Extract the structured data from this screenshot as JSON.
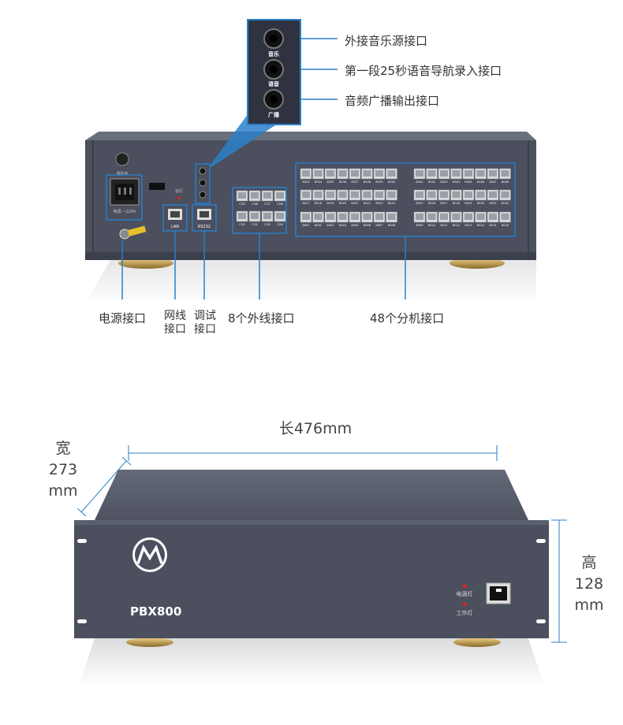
{
  "top": {
    "callouts": [
      "外接音乐源接口",
      "第一段25秒语音导航录入接口",
      "音频广播输出接口"
    ],
    "jack_labels": [
      "音乐",
      "语音",
      "广播"
    ],
    "panel": {
      "switch_label": "保险丝",
      "power_label": "电源 ~220V",
      "led_label": "运行",
      "lan_label": "LAN",
      "rs232_label": "RS232",
      "co_top": [
        "CO5",
        "CO6",
        "CO7",
        "CO8"
      ],
      "co_bottom": [
        "CO1",
        "CO2",
        "CO3",
        "CO4"
      ],
      "ext_left_row1": [
        "8033",
        "8034",
        "8035",
        "8036",
        "8037",
        "8038",
        "8039",
        "8040"
      ],
      "ext_left_row2": [
        "8017",
        "8018",
        "8019",
        "8020",
        "8021",
        "8022",
        "8023",
        "8024"
      ],
      "ext_left_row3": [
        "8001",
        "8002",
        "8003",
        "8004",
        "8005",
        "8006",
        "8007",
        "8008"
      ],
      "ext_right_row1": [
        "8041",
        "8042",
        "8043",
        "8044",
        "8045",
        "8046",
        "8047",
        "8048"
      ],
      "ext_right_row2": [
        "8025",
        "8026",
        "8027",
        "8028",
        "8029",
        "8030",
        "8031",
        "8032"
      ],
      "ext_right_row3": [
        "8009",
        "8010",
        "8011",
        "8012",
        "8013",
        "8014",
        "8015",
        "8016"
      ]
    },
    "bottom_labels": {
      "power": "电源接口",
      "network": [
        "网线",
        "接口"
      ],
      "debug": [
        "调试",
        "接口"
      ],
      "co": "8个外线接口",
      "ext": "48个分机接口"
    }
  },
  "dimensions": {
    "length": "长476mm",
    "width": [
      "宽",
      "273",
      "mm"
    ],
    "height": [
      "高",
      "128",
      "mm"
    ]
  },
  "front": {
    "model": "PBX800",
    "power_led": "电源灯",
    "work_led": "工作灯"
  },
  "colors": {
    "accent": "#2a7fc9",
    "panel": "#4b4f5e",
    "panel_dark": "#3c404d",
    "panel_top": "#555a68",
    "led_red": "#e02020"
  }
}
